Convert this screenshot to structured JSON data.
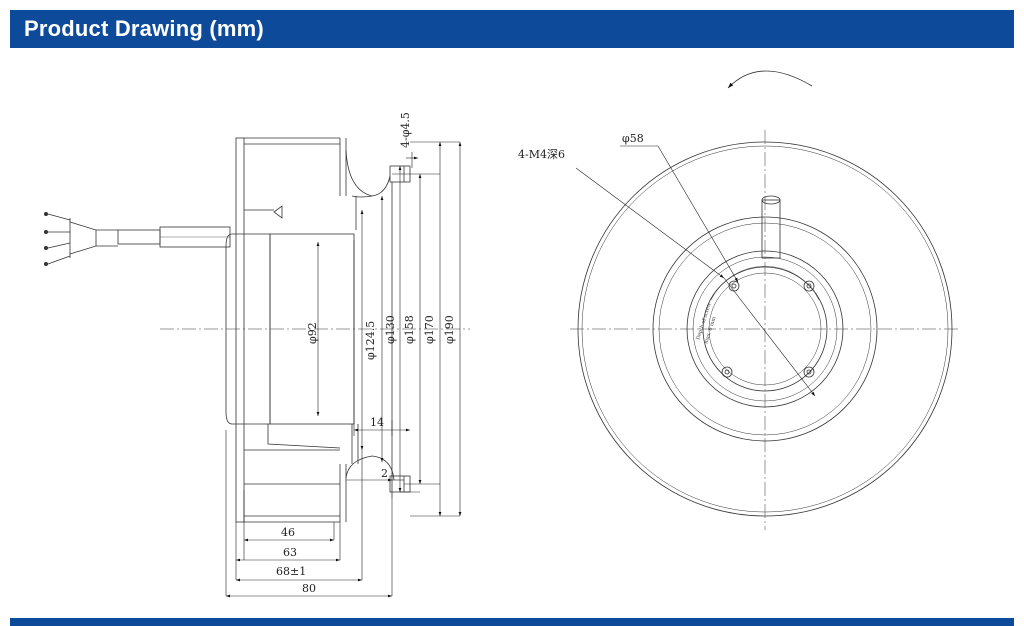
{
  "header": {
    "title": "Product Drawing (mm)"
  },
  "side_view": {
    "hole_spec": "4-φ4.5",
    "diameters": [
      "φ92",
      "φ124.5",
      "φ130",
      "φ158",
      "φ170",
      "φ190"
    ],
    "horizontal_dims": [
      "14",
      "2",
      "46",
      "63",
      "68±1",
      "80"
    ]
  },
  "front_view": {
    "thread_callout": "4-M4深6",
    "center_diameter": "φ58",
    "label_line1": "Depth of screw",
    "label_line2": "max. 6 mm"
  },
  "colors": {
    "brand": "#0d4a9a",
    "line": "#333333"
  }
}
